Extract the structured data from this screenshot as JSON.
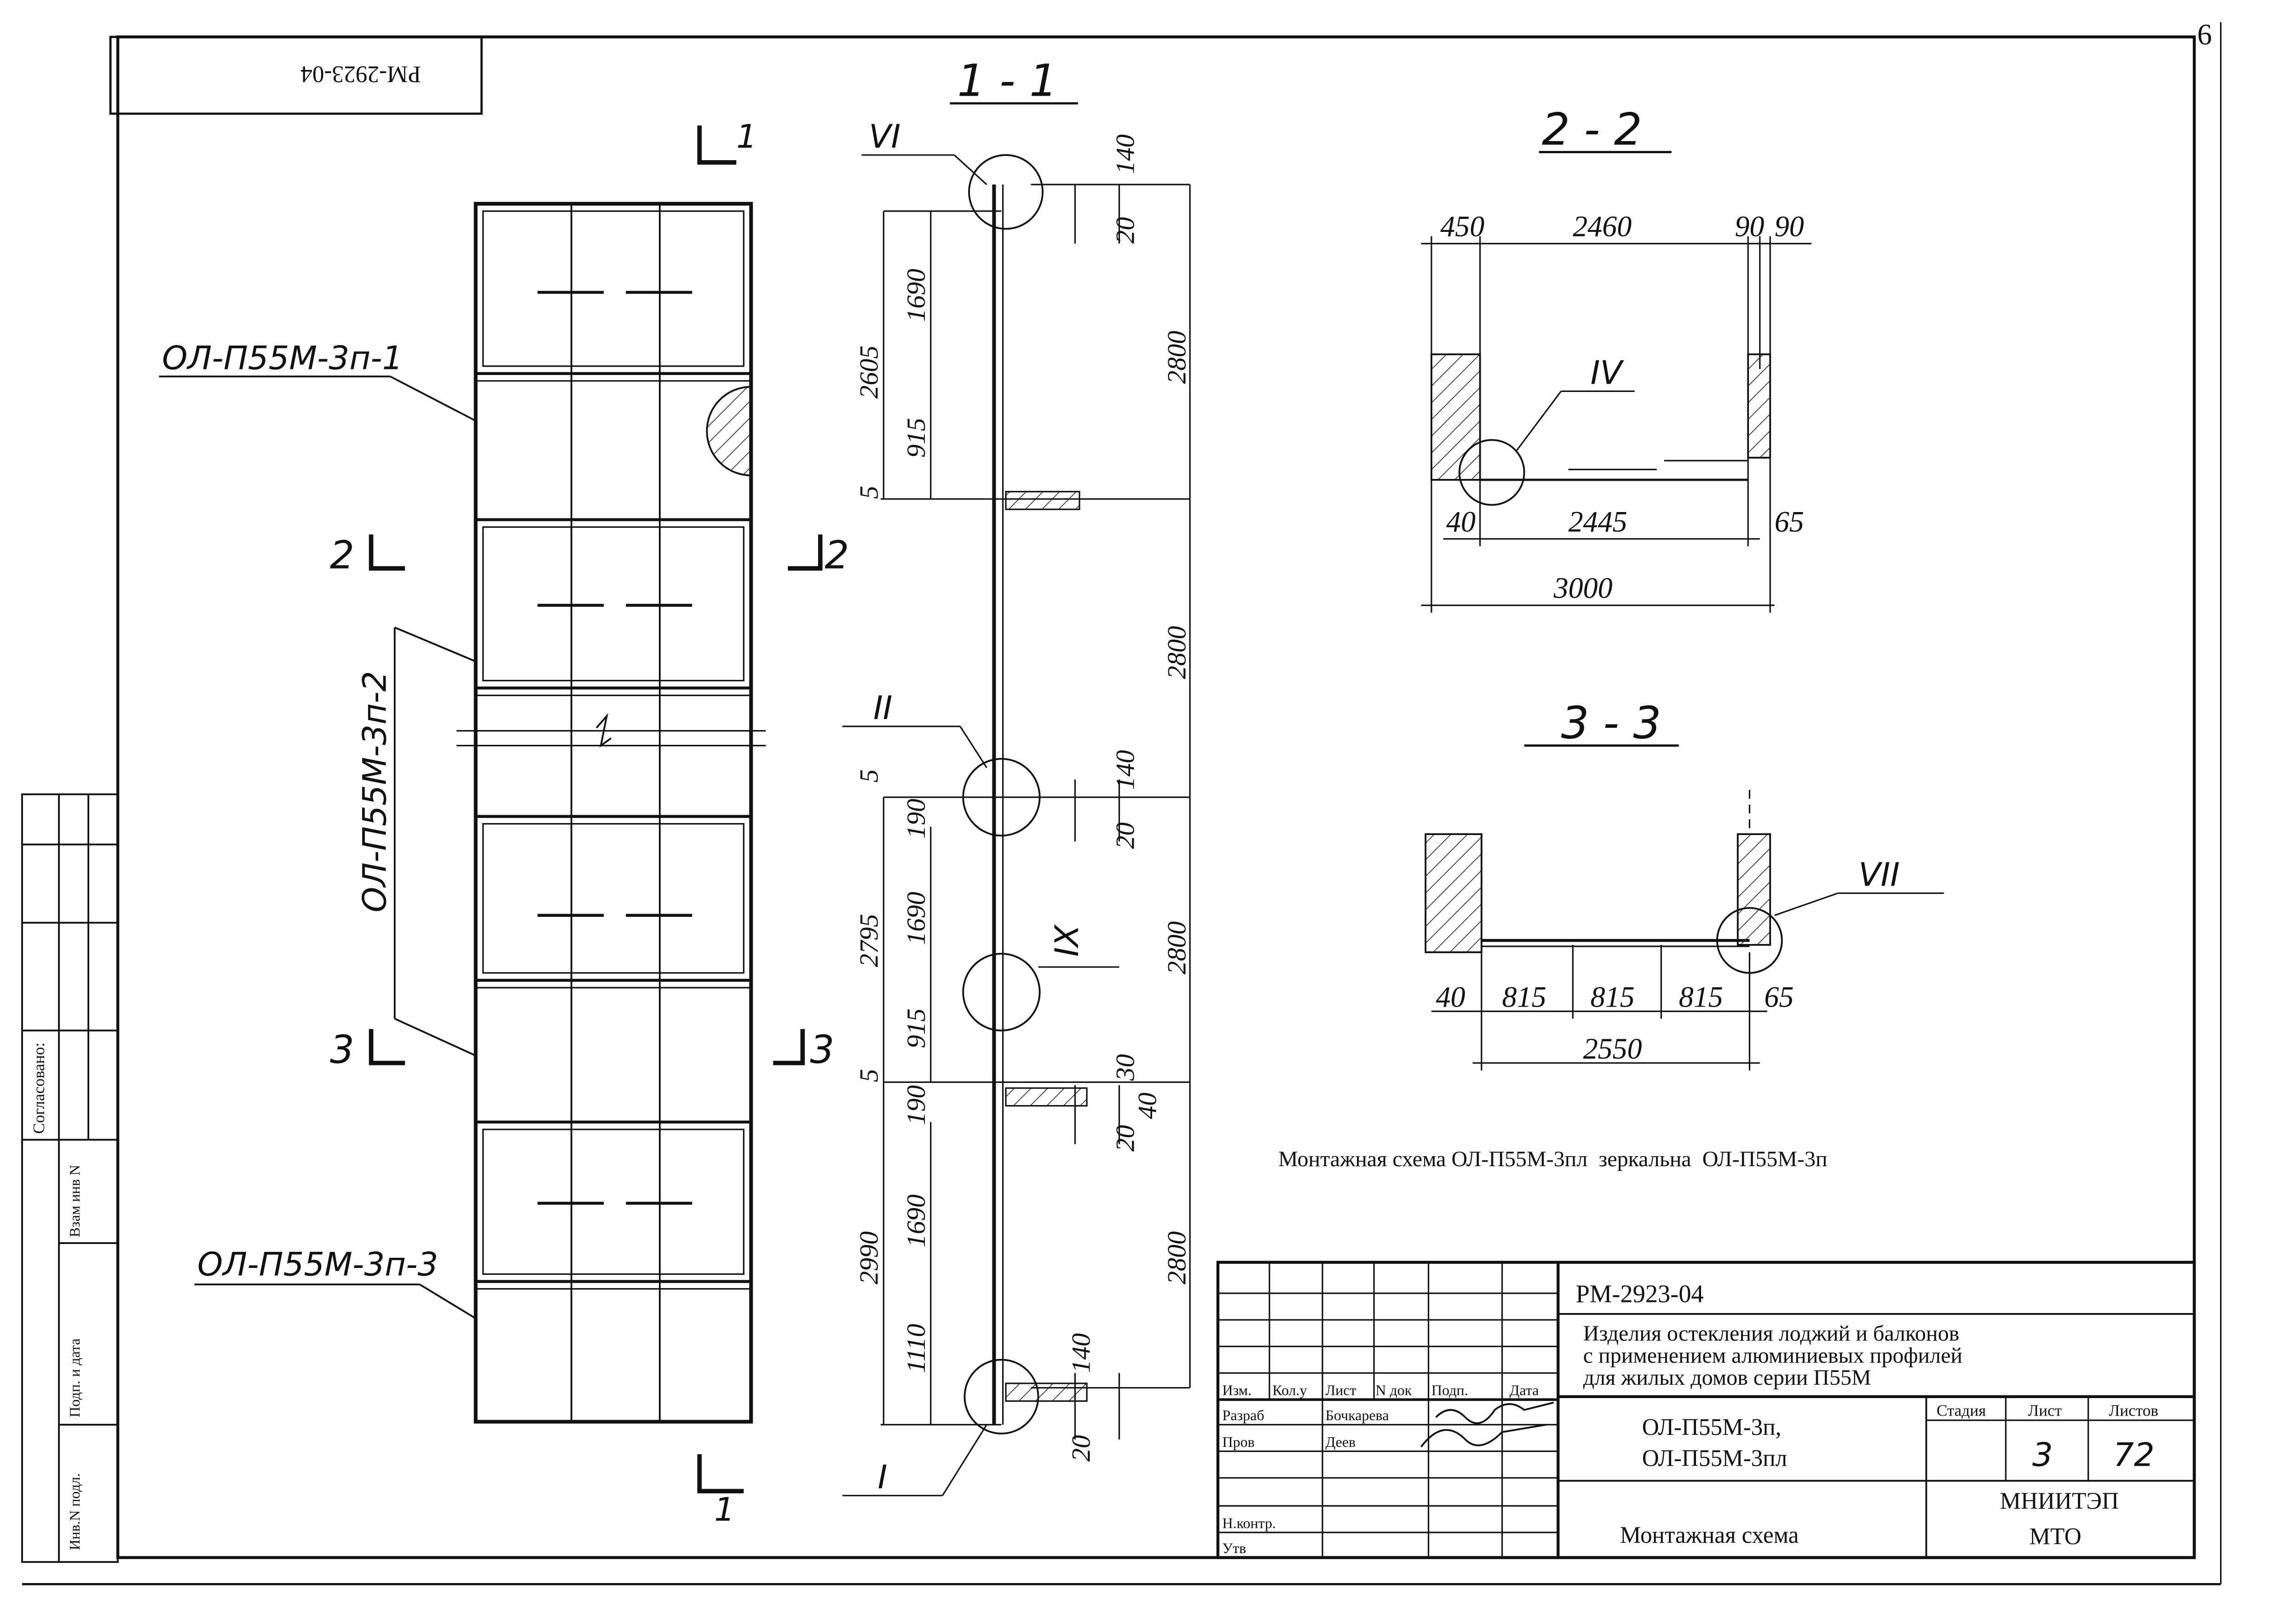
{
  "sheet_number": "6",
  "document_code": "РМ-2923-04",
  "corner_stamp": "РМ-2923-04",
  "elevation": {
    "section_marks": [
      "1",
      "1",
      "2",
      "2",
      "3",
      "3"
    ],
    "window_labels": [
      "ОЛ-П55М-3п-1",
      "ОЛ-П55М-3п-2",
      "ОЛ-П55М-3п-3"
    ]
  },
  "section_1_1": {
    "title": "1 - 1",
    "nodes": [
      "VI",
      "II",
      "IX",
      "I"
    ],
    "dims": {
      "d140_top": "140",
      "d20_top": "20",
      "d1690_a": "1690",
      "d2605": "2605",
      "d915_a": "915",
      "d2800_a": "2800",
      "d5_a": "5",
      "d2800_b": "2800",
      "d5_b": "5",
      "d140_mid": "140",
      "d190_a": "190",
      "d20_mid": "20",
      "d2795": "2795",
      "d1690_b": "1690",
      "d2800_c": "2800",
      "d915_b": "915",
      "d5_c": "5",
      "d30": "30",
      "d190_b": "190",
      "d40": "40",
      "d20_low": "20",
      "d1690_c": "1690",
      "d2990": "2990",
      "d2800_d": "2800",
      "d1110": "1110",
      "d140_bot": "140",
      "d20_bot": "20"
    }
  },
  "section_2_2": {
    "title": "2 - 2",
    "node": "IV",
    "dims": {
      "d450": "450",
      "d2460": "2460",
      "d90a": "90",
      "d90b": "90",
      "d40": "40",
      "d2445": "2445",
      "d65": "65",
      "d3000": "3000"
    }
  },
  "section_3_3": {
    "title": "3 - 3",
    "node": "VII",
    "dims": {
      "d40": "40",
      "d815a": "815",
      "d815b": "815",
      "d815c": "815",
      "d65": "65",
      "d2550": "2550"
    }
  },
  "note": "Монтажная схема ОЛ-П55М-3пл  зеркальна  ОЛ-П55М-3п",
  "side_stamp": {
    "agreed": "Согласовано:",
    "inv_replace": "Взам инв N",
    "sign_date": "Подп. и дата",
    "inv_orig": "Инв.N подл."
  },
  "title_block": {
    "code": "РМ-2923-04",
    "title_lines": [
      "Изделия остекления лоджий и балконов",
      "с применением алюминиевых профилей",
      "для жилых домов серии П55М"
    ],
    "headers": [
      "Изм.",
      "Кол.у",
      "Лист",
      "N док",
      "Подп.",
      "Дата"
    ],
    "roles": [
      {
        "role": "Разраб",
        "name": "Бочкарева"
      },
      {
        "role": "Пров",
        "name": "Деев"
      },
      {
        "role": "Н.контр.",
        "name": ""
      },
      {
        "role": "Утв",
        "name": ""
      }
    ],
    "product_lines": [
      "ОЛ-П55М-3п,",
      "ОЛ-П55М-3пл"
    ],
    "stage_label": "Стадия",
    "sheet_label": "Лист",
    "sheets_label": "Листов",
    "sheet_value": "3",
    "sheets_value": "72",
    "org_lines": [
      "МНИИТЭП",
      "МТО"
    ],
    "drawing_name": "Монтажная схема"
  }
}
